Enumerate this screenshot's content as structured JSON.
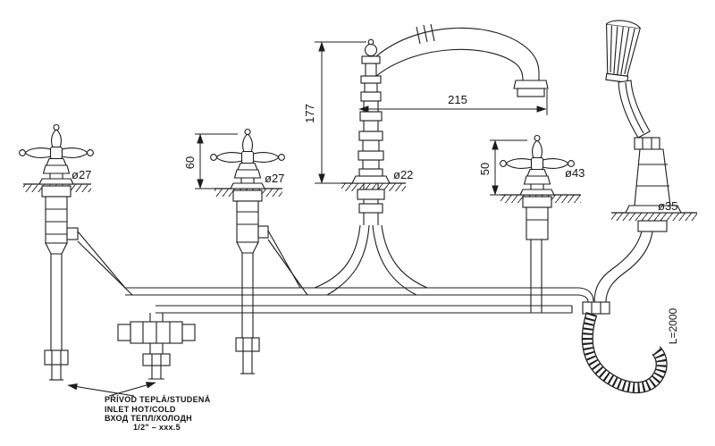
{
  "drawing": {
    "type": "technical-installation-drawing",
    "subject": "Deck-mounted bath mixer with three cross handles, column spout and hand shower",
    "line_color": "#1c1c1c",
    "background": "#ffffff",
    "dimensions": {
      "spout_height": "177",
      "spout_reach": "215",
      "left_valve_escutcheon": "ø27",
      "middle_valve_height": "60",
      "middle_valve_escutcheon": "ø27",
      "spout_escutcheon": "ø22",
      "right_valve_height": "50",
      "right_valve_escutcheon": "ø43",
      "shower_escutcheon": "ø35",
      "hose_length": "L=2000"
    },
    "note": {
      "line1": "PŘÍVOD TEPLÁ/STUDENÁ",
      "line2": "INLET HOT/COLD",
      "line3": "ВХОД ТЕПЛ/ХОЛОДН",
      "line4": "1/2\" – xxx.5"
    }
  }
}
